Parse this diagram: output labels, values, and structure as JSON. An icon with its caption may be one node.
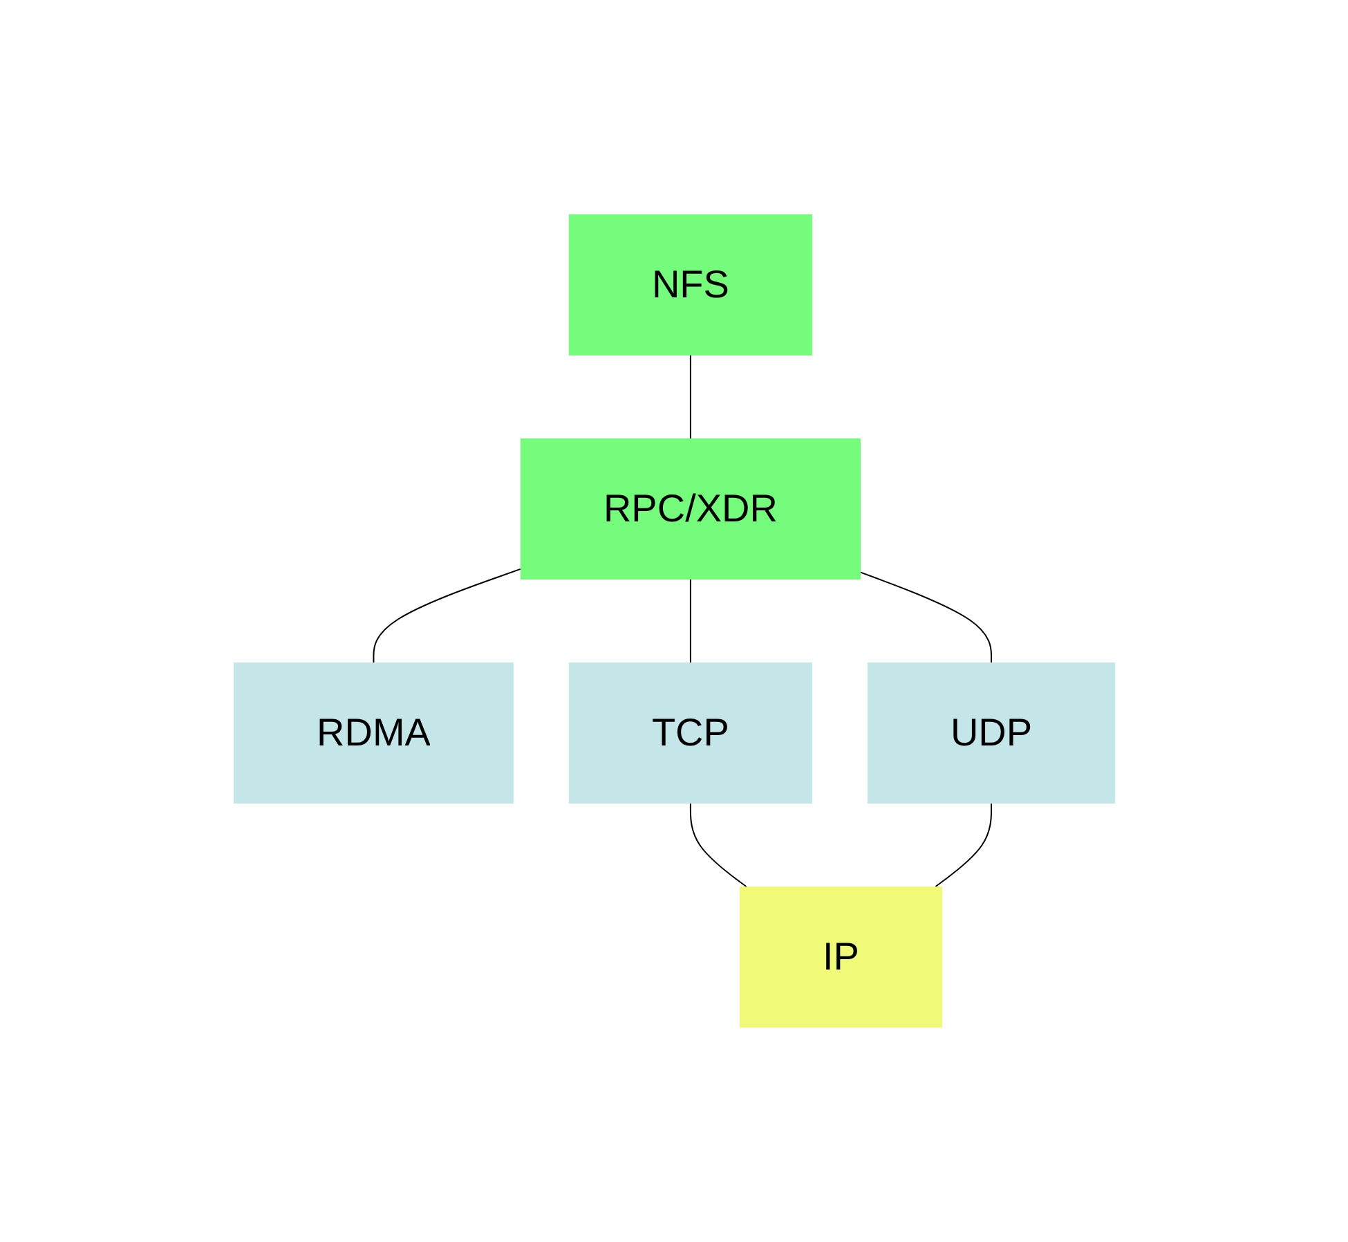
{
  "diagram": {
    "nodes": [
      {
        "text": [
          "NFS"
        ]
      },
      {
        "text": [
          "RPC/XDR"
        ]
      },
      {
        "text": [
          "RDMA"
        ]
      },
      {
        "text": [
          "TCP"
        ]
      },
      {
        "text": [
          "UDP"
        ]
      },
      {
        "text": [
          "IP"
        ]
      }
    ],
    "edges": [
      {
        "from": 0,
        "to": 1,
        "arrow": "none"
      },
      {
        "from": 1,
        "to": 2,
        "arrow": "none"
      },
      {
        "from": 1,
        "to": 3,
        "arrow": "none"
      },
      {
        "from": 1,
        "to": 4,
        "arrow": "none"
      },
      {
        "from": 3,
        "to": 5,
        "arrow": "none"
      },
      {
        "from": 4,
        "to": 5,
        "arrow": "none"
      }
    ]
  }
}
